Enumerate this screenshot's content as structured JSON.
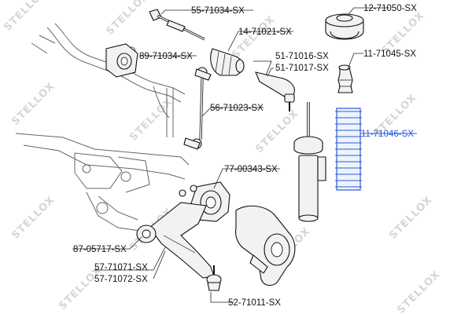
{
  "watermark": "STELLOX",
  "highlight_color": "#2a5bd7",
  "labels": {
    "p55_71034": "55-71034-SX",
    "p12_71050": "12-71050-SX",
    "p14_71021": "14-71021-SX",
    "p89_71034": "89-71034-SX",
    "p51_71016": "51-71016-SX",
    "p51_71017": "51-71017-SX",
    "p11_71045": "11-71045-SX",
    "p56_71023": "56-71023-SX",
    "p11_71046": "11-71046-SX",
    "p77_00343": "77-00343-SX",
    "p87_05717": "87-05717-SX",
    "p57_71071": "57-71071-SX",
    "p57_71072": "57-71072-SX",
    "p52_71011": "52-71011-SX"
  }
}
